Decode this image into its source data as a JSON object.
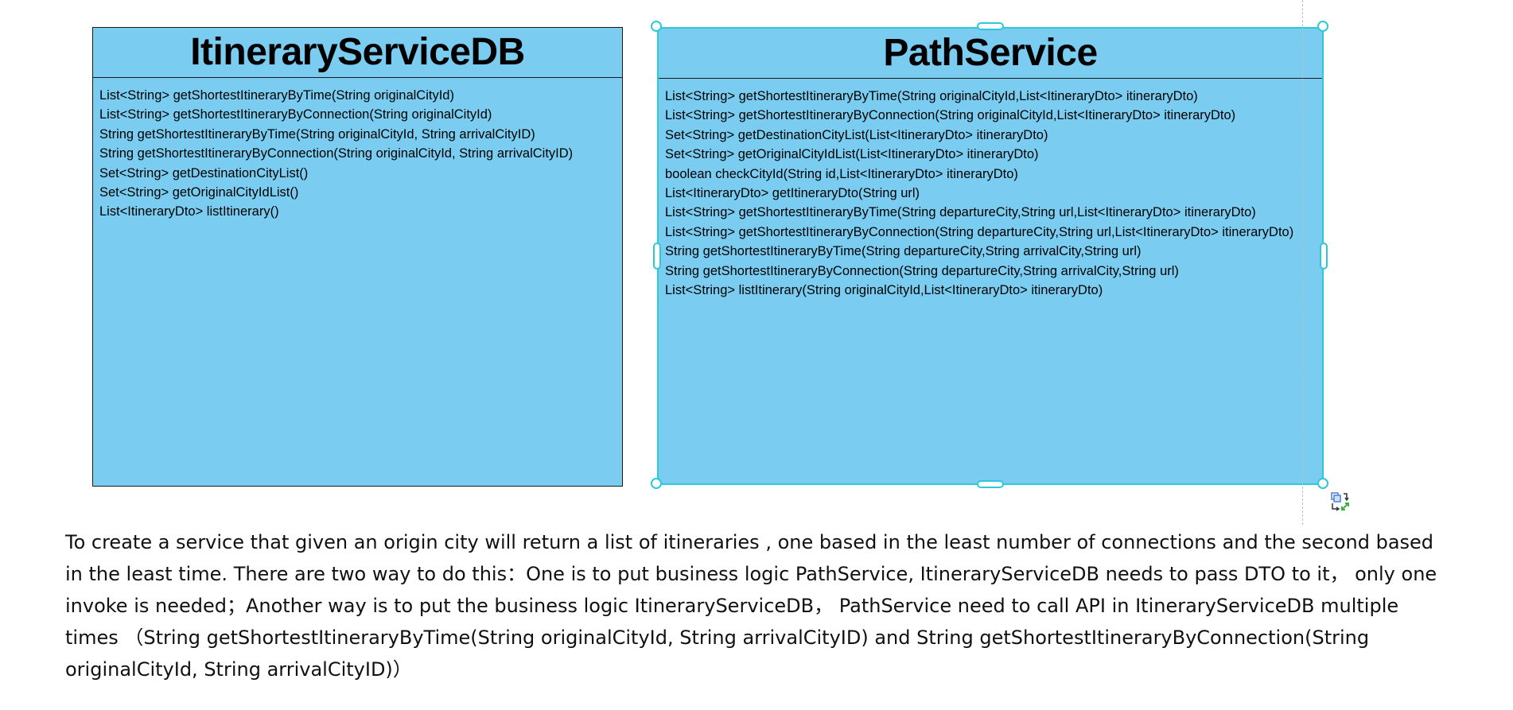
{
  "diagram": {
    "classes": [
      {
        "id": "ItineraryServiceDB",
        "name": "ItineraryServiceDB",
        "methods": [
          "List<String> getShortestItineraryByTime(String originalCityId)",
          "List<String> getShortestItineraryByConnection(String originalCityId)",
          "String getShortestItineraryByTime(String originalCityId, String arrivalCityID)",
          "String getShortestItineraryByConnection(String originalCityId, String arrivalCityID)",
          "Set<String> getDestinationCityList()",
          "Set<String> getOriginalCityIdList()",
          "List<ItineraryDto> listItinerary()"
        ]
      },
      {
        "id": "PathService",
        "name": "PathService",
        "selected": true,
        "methods": [
          "List<String> getShortestItineraryByTime(String originalCityId,List<ItineraryDto> itineraryDto)",
          "List<String> getShortestItineraryByConnection(String originalCityId,List<ItineraryDto> itineraryDto)",
          "Set<String> getDestinationCityList(List<ItineraryDto> itineraryDto)",
          "Set<String> getOriginalCityIdList(List<ItineraryDto> itineraryDto)",
          "boolean checkCityId(String id,List<ItineraryDto> itineraryDto)",
          "List<ItineraryDto> getItineraryDto(String url)",
          "List<String> getShortestItineraryByTime(String departureCity,String url,List<ItineraryDto> itineraryDto)",
          "List<String> getShortestItineraryByConnection(String departureCity,String url,List<ItineraryDto> itineraryDto)",
          "String getShortestItineraryByTime(String departureCity,String arrivalCity,String url)",
          "String getShortestItineraryByConnection(String departureCity,String arrivalCity,String url)",
          "List<String> listItinerary(String originalCityId,List<ItineraryDto> itineraryDto)"
        ]
      }
    ]
  },
  "description": "To create a service that given an origin city will return a list of itineraries , one based in the least number of connections and the second   based in the least time. There are two way to do this：One is to put business logic PathService, ItineraryServiceDB needs to pass DTO to it， only one invoke is needed；Another way is to put the business logic ItineraryServiceDB，  PathService need to call API in ItineraryServiceDB multiple times （String getShortestItineraryByTime(String originalCityId, String arrivalCityID) and String getShortestItineraryByConnection(String originalCityId, String arrivalCityID)）",
  "colors": {
    "class_fill": "#7acdf1",
    "class_border": "#1a1a1a",
    "selection": "#2ec9d8",
    "text": "#000000"
  },
  "icons": {
    "selection_tool": "link-swap-icon"
  }
}
